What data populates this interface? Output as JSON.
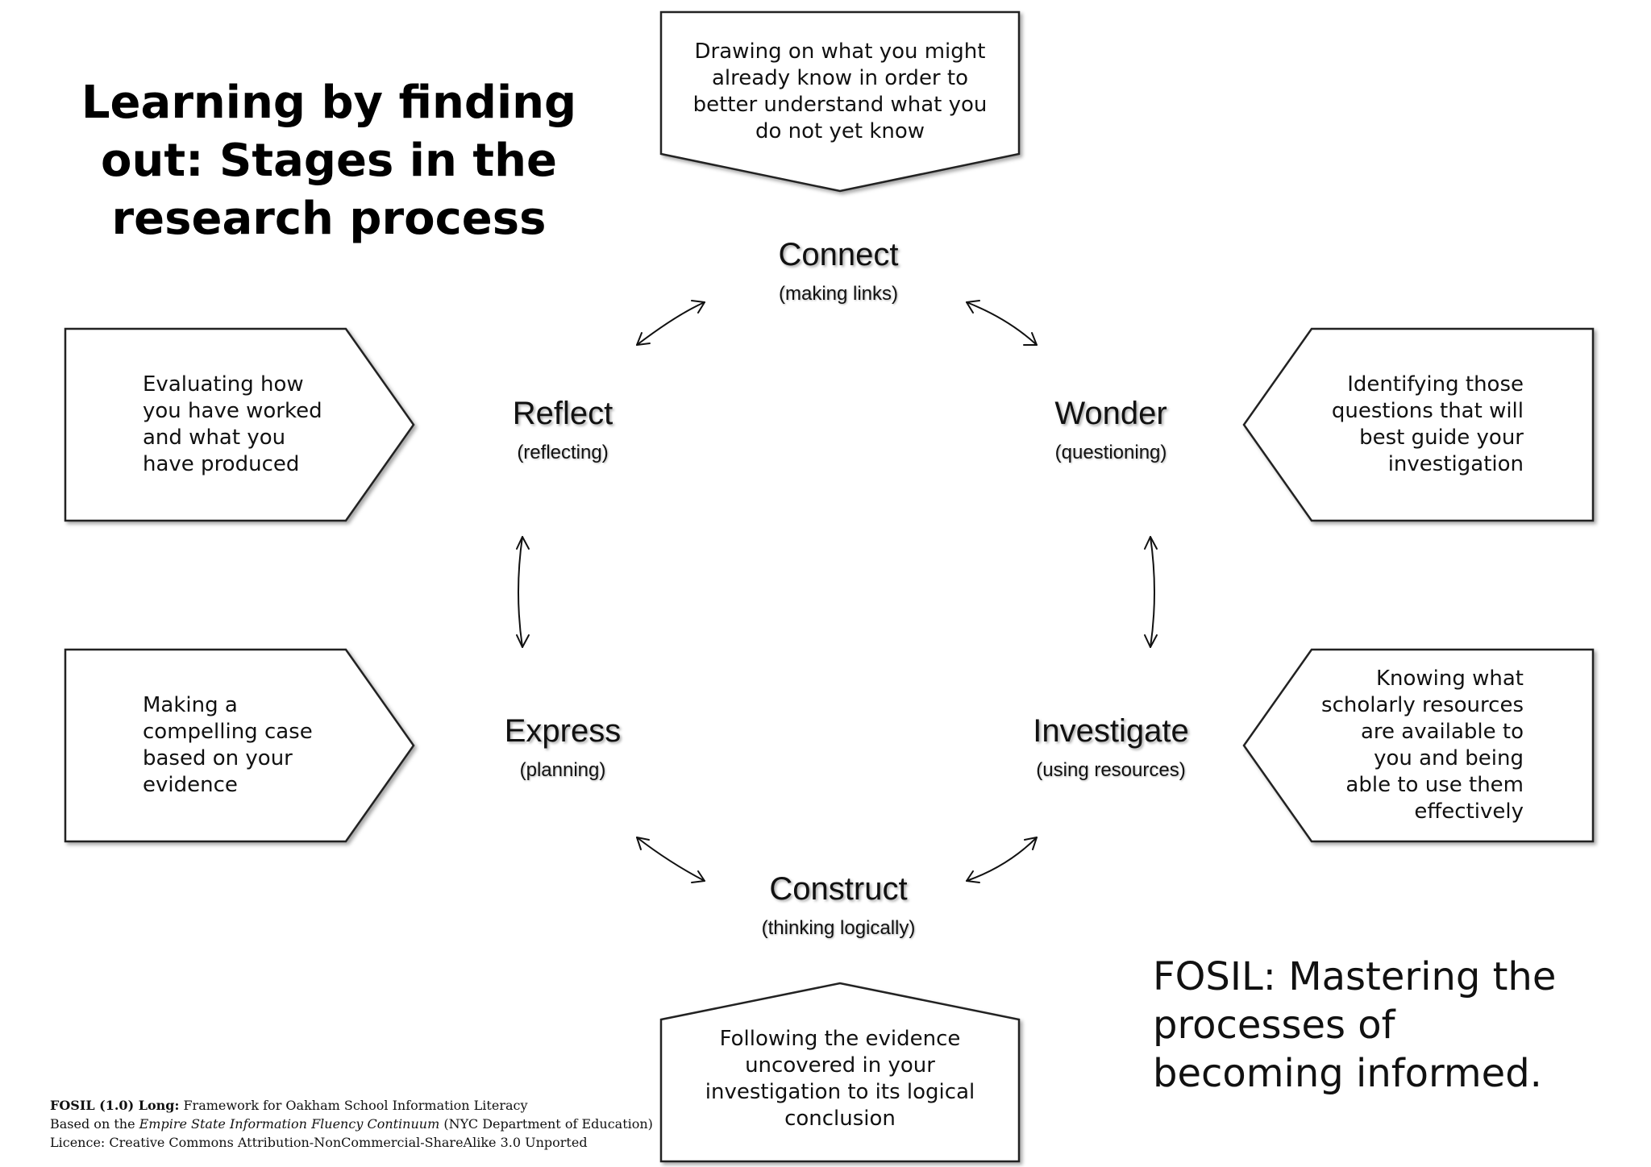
{
  "title": "Learning by finding out: Stages in the research process",
  "stages": {
    "connect": {
      "name": "Connect",
      "sub": "(making links)"
    },
    "wonder": {
      "name": "Wonder",
      "sub": "(questioning)"
    },
    "investigate": {
      "name": "Investigate",
      "sub": "(using resources)"
    },
    "construct": {
      "name": "Construct",
      "sub": "(thinking logically)"
    },
    "express": {
      "name": "Express",
      "sub": "(planning)"
    },
    "reflect": {
      "name": "Reflect",
      "sub": "(reflecting)"
    }
  },
  "descriptions": {
    "connect": {
      "lines": [
        "Drawing on what you might",
        "already know in order to",
        "better understand what you",
        "do not yet know"
      ]
    },
    "wonder": {
      "lines": [
        "Identifying those",
        "questions that will",
        "best guide your",
        "investigation"
      ]
    },
    "investigate": {
      "lines": [
        "Knowing what",
        "scholarly resources",
        "are available to",
        "you and being",
        "able to use them",
        "effectively"
      ]
    },
    "construct": {
      "lines": [
        "Following the evidence",
        "uncovered in your",
        "investigation to its logical",
        "conclusion"
      ]
    },
    "express": {
      "lines": [
        "Making a",
        "compelling case",
        "based on your",
        "evidence"
      ]
    },
    "reflect": {
      "lines": [
        "Evaluating how",
        "you have worked",
        "and what you",
        "have produced"
      ]
    }
  },
  "tagline": {
    "lines": [
      "FOSIL: Mastering the",
      "processes of",
      "becoming informed."
    ]
  },
  "credits": {
    "line1_bold": "FOSIL (1.0) Long:",
    "line1_rest": " Framework for Oakham School Information Literacy",
    "line2_pre": "Based on the ",
    "line2_italic": "Empire State Information Fluency Continuum",
    "line2_post": " (NYC Department of Education)",
    "line3": "Licence: Creative Commons Attribution-NonCommercial-ShareAlike 3.0 Unported"
  }
}
